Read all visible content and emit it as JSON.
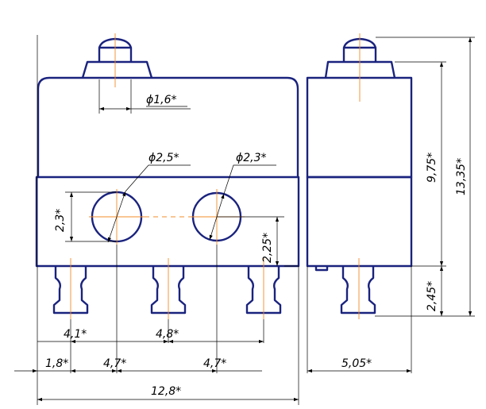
{
  "drawing": {
    "colors": {
      "outline": "#1a237e",
      "axis": "#f28c28",
      "dimension": "#000000"
    },
    "dimensions": {
      "actuator_diameter": "ϕ1,6*",
      "hole_left_diameter": "ϕ2,5*",
      "hole_right_diameter": "ϕ2,3*",
      "hole_height": "2,3*",
      "hole_axis_height": "2,25*",
      "pin_spacing_left": "4,1*",
      "pin_spacing_right": "4,8*",
      "edge_to_hole": "1,8*",
      "hole_spacing_1": "4,7*",
      "hole_spacing_2": "4,7*",
      "total_length": "12,8*",
      "body_height": "9,75*",
      "overall_height": "13,35*",
      "terminal_length": "2,45*",
      "body_width": "5,05*"
    }
  }
}
